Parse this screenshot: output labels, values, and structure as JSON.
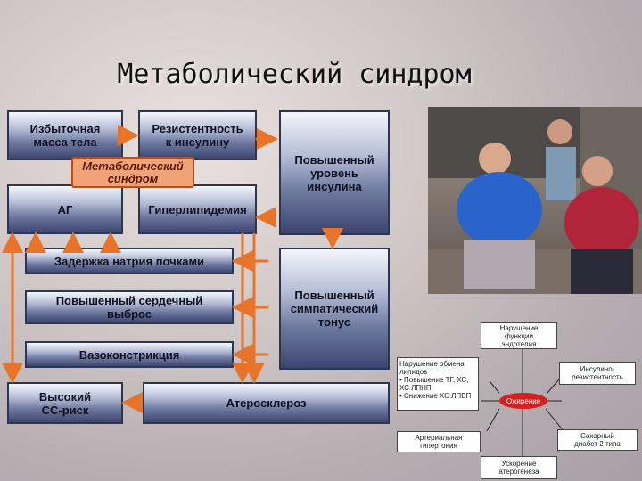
{
  "title": "Метаболический синдром",
  "boxes": {
    "excess_weight": "Избыточная\nмасса тела",
    "insulin_resistance": "Резистентность\nк инсулину",
    "high_insulin": "Повышенный\nуровень\nинсулина",
    "metabolic_syndrome": "Метаболический\nсиндром",
    "ag": "АГ",
    "hyperlipidemia": "Гиперлипидемия",
    "sodium_retention": "Задержка натрия почками",
    "cardiac_output": "Повышенный сердечный\nвыброс",
    "sympathetic_tone": "Повышенный\nсимпатический\nтонус",
    "vasoconstriction": "Вазоконстрикция",
    "cv_risk": "Высокий\nСС-риск",
    "atherosclerosis": "Атеросклероз"
  },
  "mini_diagram": {
    "top": "Нарушение\nфункции\nэндотелия",
    "left": "Нарушение обмена\nлипидов\n• Повышение ТГ, ХС,\n  ХС ЛПНП\n• Снижение ХС ЛПВП",
    "right": "Инсулино-\nрезистентность",
    "center": "Ожирение",
    "bottom_left": "Артериальная\nгипертония",
    "bottom_right": "Сахарный\nдиабет 2 типа",
    "bottom": "Ускорение\nатерогенеза"
  },
  "colors": {
    "arrow": "#e8742a",
    "box_border": "#2d3650",
    "center_oval": "#d71f1f"
  }
}
